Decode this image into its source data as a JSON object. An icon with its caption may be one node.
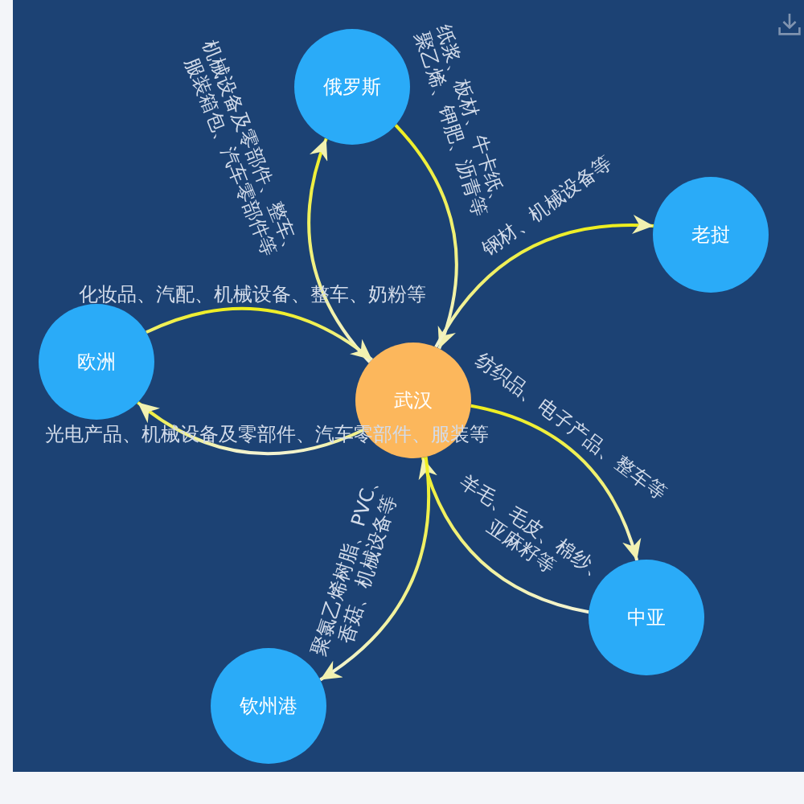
{
  "diagram": {
    "nodes": [
      {
        "text": [
          "俄罗斯"
        ]
      },
      {
        "text": [
          "老挝"
        ]
      },
      {
        "text": [
          "欧洲"
        ]
      },
      {
        "text": [
          "武汉"
        ]
      },
      {
        "text": [
          "中亚"
        ]
      },
      {
        "text": [
          "钦州港"
        ]
      }
    ],
    "edges": [
      {
        "from": 3,
        "to": 0,
        "arrow": "to",
        "label": "机械设备及零部件、整车、服装箱包、汽车零部件等"
      },
      {
        "from": 0,
        "to": 3,
        "arrow": "to",
        "label": "纸浆、板材、牛卡纸、聚乙烯、钾肥、沥青等"
      },
      {
        "from": 3,
        "to": 1,
        "arrow": "to",
        "label": "钢材、机械设备等"
      },
      {
        "from": 2,
        "to": 3,
        "arrow": "to",
        "label": "化妆品、汽配、机械设备、整车、奶粉等"
      },
      {
        "from": 3,
        "to": 2,
        "arrow": "to",
        "label": "光电产品、机械设备及零部件、汽车零部件、服装等"
      },
      {
        "from": 3,
        "to": 4,
        "arrow": "to",
        "label": "纺织品、电子产品、整车等"
      },
      {
        "from": 4,
        "to": 3,
        "arrow": "to",
        "label": "羊毛、毛皮、棉纱、亚麻籽等"
      },
      {
        "from": 3,
        "to": 5,
        "arrow": "to",
        "label": "聚氯乙烯树脂、PVC、香菇、机械设备等"
      }
    ]
  }
}
